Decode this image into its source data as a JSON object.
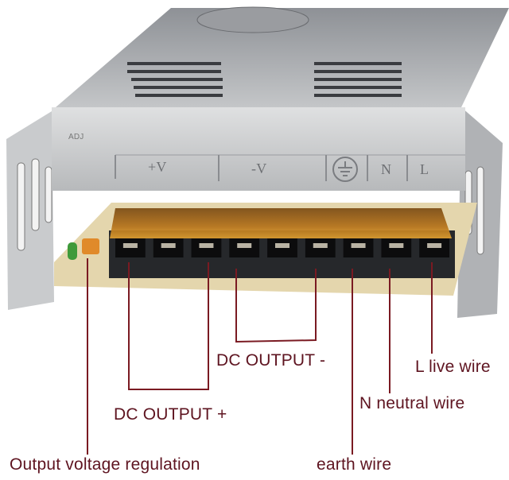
{
  "panel_markings": {
    "adj": "ADJ",
    "plus_v": "+V",
    "minus_v": "-V",
    "n": "N",
    "l": "L"
  },
  "labels": {
    "dc_output_minus": "DC OUTPUT -",
    "l_live_wire": "L live wire",
    "n_neutral_wire": "N neutral wire",
    "dc_output_plus": "DC OUTPUT +",
    "output_voltage_regulation": "Output voltage regulation",
    "earth_wire": "earth wire"
  },
  "colors": {
    "label_text": "#5e1420",
    "leader_line": "#7a1a22",
    "terminal_cover": "#c8841a",
    "casing": "#c9cbcd"
  },
  "terminal_count": 9
}
